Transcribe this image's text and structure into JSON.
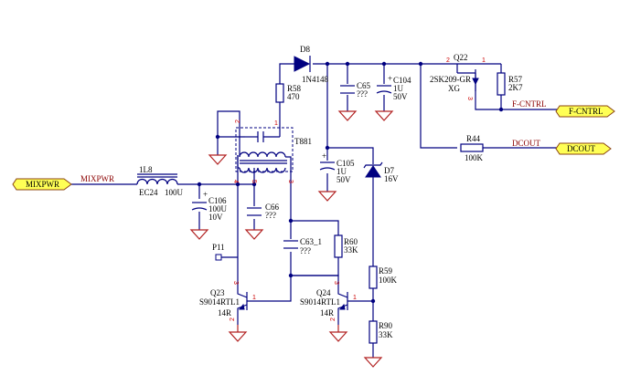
{
  "ports": {
    "mixpwr": "MIXPWR",
    "fcntrl": "F-CNTRL",
    "dcout": "DCOUT"
  },
  "nets": {
    "mixpwr": "MIXPWR",
    "fcntrl": "F-CNTRL",
    "dcout": "DCOUT"
  },
  "components": {
    "l8": {
      "ref": "1L8",
      "value": "EC24",
      "value2": "100U"
    },
    "d8": {
      "ref": "D8",
      "value": "1N4148"
    },
    "r58": {
      "ref": "R58",
      "value": "470"
    },
    "t881": {
      "ref": "T881"
    },
    "c65": {
      "ref": "C65",
      "value": "???"
    },
    "c104": {
      "ref": "C104",
      "value": "1U",
      "value2": "50V"
    },
    "q22": {
      "ref": "Q22",
      "value": "2SK209-GR",
      "value2": "XG"
    },
    "r57": {
      "ref": "R57",
      "value": "2K7"
    },
    "r44": {
      "ref": "R44",
      "value": "100K"
    },
    "c105": {
      "ref": "C105",
      "value": "1U",
      "value2": "50V"
    },
    "d7": {
      "ref": "D7",
      "value": "16V"
    },
    "c106": {
      "ref": "C106",
      "value": "100U",
      "value2": "10V"
    },
    "c66": {
      "ref": "C66",
      "value": "???"
    },
    "c63": {
      "ref": "C63_1",
      "value": "???"
    },
    "r60": {
      "ref": "R60",
      "value": "33K"
    },
    "p11": {
      "ref": "P11"
    },
    "r59": {
      "ref": "R59",
      "value": "100K"
    },
    "q23": {
      "ref": "Q23",
      "value": "S9014RTL1",
      "value2": "14R"
    },
    "q24": {
      "ref": "Q24",
      "value": "S9014RTL1",
      "value2": "14R"
    },
    "r90": {
      "ref": "R90",
      "value": "33K"
    }
  },
  "pins": {
    "t1": "1",
    "t2": "2",
    "t3": "3",
    "t4": "4",
    "t5": "5",
    "q22_1": "1",
    "q22_2": "2",
    "q22_3": "3",
    "q23_1": "1",
    "q23_2": "2",
    "q23_3": "3",
    "q24_1": "1",
    "q24_2": "2",
    "q24_3": "3"
  }
}
